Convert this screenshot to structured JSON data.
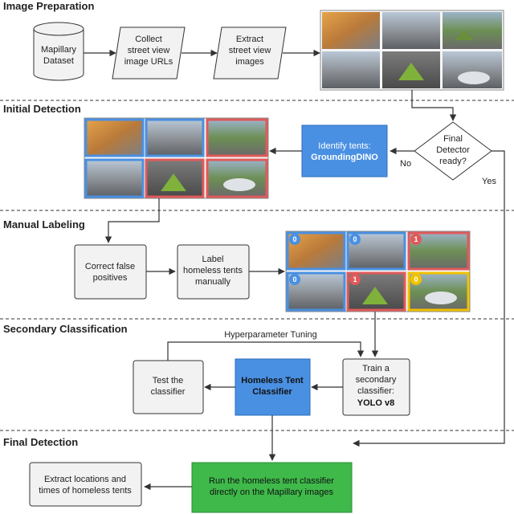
{
  "sections": {
    "image_preparation": "Image Preparation",
    "initial_detection": "Initial Detection",
    "manual_labeling": "Manual Labeling",
    "secondary_classification": "Secondary Classification",
    "final_detection": "Final Detection"
  },
  "nodes": {
    "mapillary": [
      "Mapillary",
      "Dataset"
    ],
    "collect": [
      "Collect",
      "street view",
      "image URLs"
    ],
    "extract": [
      "Extract",
      "street view",
      "images"
    ],
    "decision": [
      "Final",
      "Detector",
      "ready?"
    ],
    "identify": [
      "Identify tents:",
      "GroundingDINO"
    ],
    "correct": [
      "Correct false",
      "positives"
    ],
    "label": [
      "Label",
      "homeless tents",
      "manually"
    ],
    "train": [
      "Train a",
      "secondary",
      "classifier:",
      "YOLO v8"
    ],
    "homeless_classifier": [
      "Homeless Tent",
      "Classifier"
    ],
    "test": [
      "Test the",
      "classifier"
    ],
    "run": [
      "Run the homeless tent classifier",
      "directly on the Mapillary images"
    ],
    "extract_locations": [
      "Extract locations and",
      "times of homeless tents"
    ]
  },
  "edge_labels": {
    "no": "No",
    "yes": "Yes",
    "hyperparameter": "Hyperparameter Tuning"
  },
  "badges": [
    "0",
    "0",
    "1",
    "0",
    "1",
    "0"
  ],
  "colors": {
    "blue": "#4a90e2",
    "red": "#e05a5a",
    "green": "#3fb94a",
    "yellow": "#f2c200",
    "box_fill": "#f2f2f2"
  }
}
